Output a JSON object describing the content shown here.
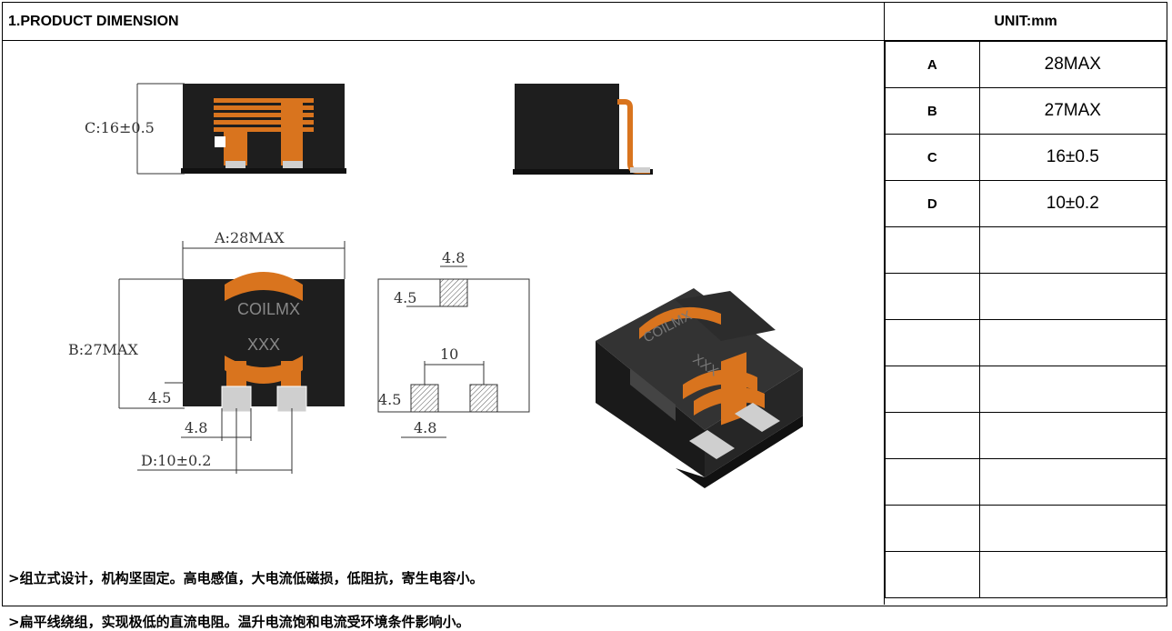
{
  "header": {
    "title": "1.PRODUCT DIMENSION",
    "unit": "UNIT:mm"
  },
  "table": {
    "rows": [
      {
        "key": "A",
        "value": "28MAX"
      },
      {
        "key": "B",
        "value": "27MAX"
      },
      {
        "key": "C",
        "value": "16±0.5"
      },
      {
        "key": "D",
        "value": "10±0.2"
      },
      {
        "key": "",
        "value": ""
      },
      {
        "key": "",
        "value": ""
      },
      {
        "key": "",
        "value": ""
      },
      {
        "key": "",
        "value": ""
      },
      {
        "key": "",
        "value": ""
      },
      {
        "key": "",
        "value": ""
      },
      {
        "key": "",
        "value": ""
      },
      {
        "key": "",
        "value": ""
      }
    ]
  },
  "drawing": {
    "label_c": "C:16±0.5",
    "label_a": "A:28MAX",
    "label_b": "B:27MAX",
    "label_d": "D:10±0.2",
    "label_45": "4.5",
    "label_48": "4.8",
    "label_10": "10",
    "marking_brand": "COILMX",
    "marking_code": "XXX"
  },
  "notes": [
    ">组立式设计，机构坚固定。高电感值，大电流低磁损，低阻抗，寄生电容小。",
    ">扁平线绕组，实现极低的直流电阻。温升电流饱和电流受环境条件影响小。"
  ],
  "colors": {
    "core": "#1e1e1e",
    "copper": "#d9741e",
    "terminal": "#cfcfcf"
  }
}
